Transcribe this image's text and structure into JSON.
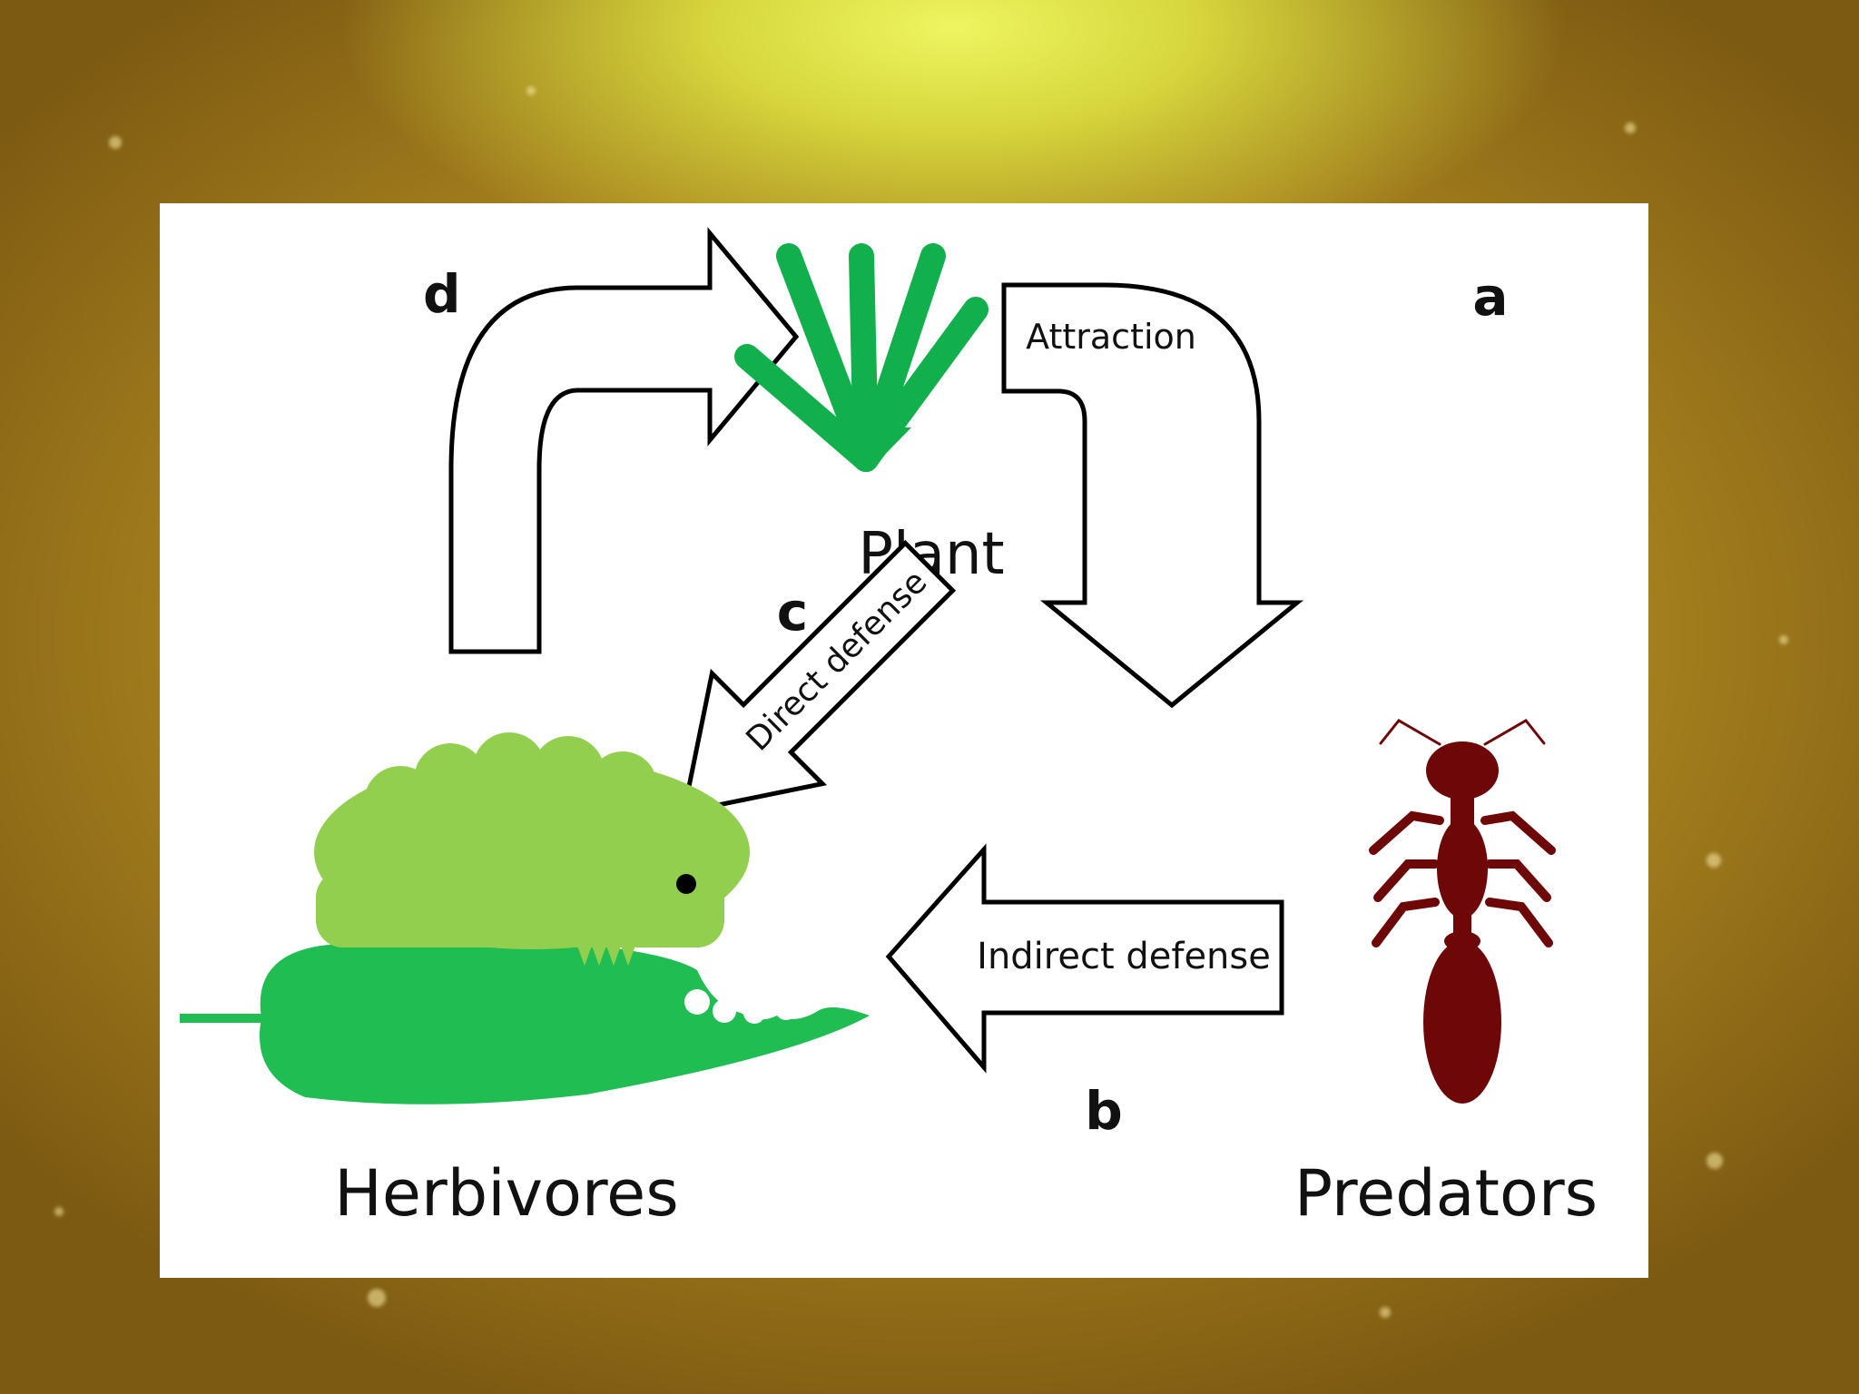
{
  "diagram": {
    "nodes": {
      "plant": "Plant",
      "herbivores": "Herbivores",
      "predators": "Predators"
    },
    "arrows": {
      "a": {
        "letter": "a",
        "label": "Attraction"
      },
      "b": {
        "letter": "b",
        "label": "Indirect defense"
      },
      "c": {
        "letter": "c",
        "label": "Direct defense"
      },
      "d": {
        "letter": "d",
        "label": ""
      }
    },
    "colors": {
      "plant": "#12b04c",
      "herbivore_body": "#93cf4f",
      "leaf": "#1fbd52",
      "predator": "#6e0808",
      "background_gold": "#b5921f"
    }
  }
}
